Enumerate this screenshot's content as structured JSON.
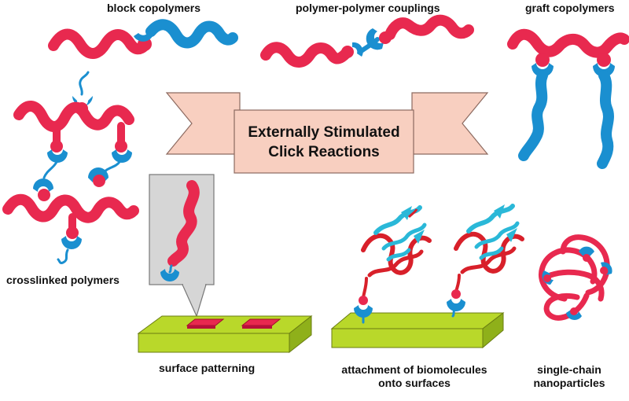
{
  "labels": {
    "block": "block copolymers",
    "coupling": "polymer-polymer couplings",
    "graft": "graft copolymers",
    "crosslinked": "crosslinked polymers",
    "patterning": "surface patterning",
    "biomolecules_line1": "attachment of biomolecules",
    "biomolecules_line2": "onto surfaces",
    "nanoparticles_line1": "single-chain",
    "nanoparticles_line2": "nanoparticles"
  },
  "banner": {
    "line1": "Externally Stimulated",
    "line2": "Click Reactions"
  },
  "colors": {
    "polymer_red": "#e8294f",
    "polymer_blue": "#1a8fd0",
    "banner_fill": "#f8cfc0",
    "banner_stroke": "#8c6a60",
    "substrate_top": "#b9d82a",
    "substrate_side": "#8fb01a",
    "protein_cyan": "#2ab8d8",
    "protein_red": "#d8202a",
    "callout_fill": "#d6d6d6"
  }
}
